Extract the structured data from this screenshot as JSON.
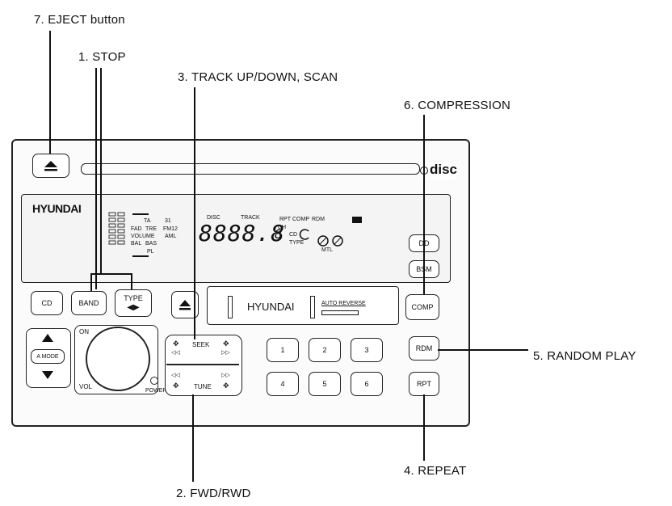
{
  "callouts": {
    "eject": "7. EJECT button",
    "stop": "1. STOP",
    "track": "3. TRACK UP/DOWN, SCAN",
    "compression": "6. COMPRESSION",
    "random": "5. RANDOM PLAY",
    "repeat": "4. REPEAT",
    "fwd": "2. FWD/RWD"
  },
  "panel": {
    "brand": "HYUNDAI",
    "disc_logo": "disc",
    "lcd_labels": {
      "ta": "TA",
      "num31": "31",
      "fad": "FAD",
      "tre": "TRE",
      "fm12": "FM12",
      "volume": "VOLUME",
      "am": "AML",
      "bal": "BAL",
      "bas": "BAS",
      "pl": "PL",
      "disc": "DISC",
      "track": "TRACK",
      "ch": "CH",
      "rpt": "RPT",
      "comp": "COMP",
      "rdm": "RDM",
      "cd": "CD",
      "type": "TYPE",
      "mtl": "MTL",
      "segments": "8888.8",
      "seg_small": "8"
    },
    "buttons": {
      "cd": "CD",
      "band": "BAND",
      "type": "TYPE",
      "amode": "A MODE",
      "on": "ON",
      "vol": "VOL",
      "power": "POWER",
      "seek": "SEEK",
      "tune": "TUNE",
      "comp": "COMP",
      "rdm": "RDM",
      "rpt": "RPT",
      "dd": "DD",
      "bsm": "BSM",
      "presets": [
        "1",
        "2",
        "3",
        "4",
        "5",
        "6"
      ]
    },
    "cassette": {
      "brand": "HYUNDAI",
      "auto_reverse": "AUTO REVERSE"
    }
  }
}
